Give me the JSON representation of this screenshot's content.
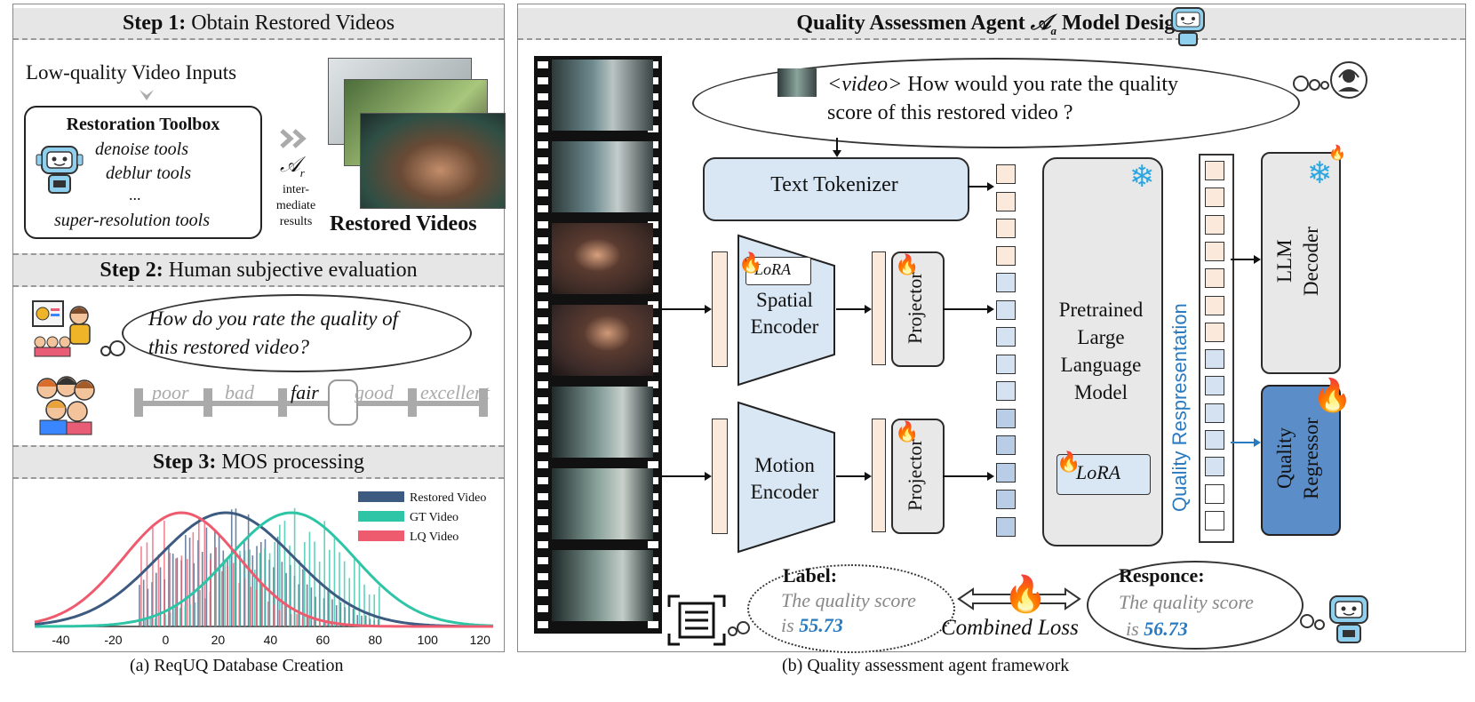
{
  "left_panel": {
    "step1": {
      "title_bold": "Step 1:",
      "title_rest": " Obtain Restored Videos",
      "input_label": "Low-quality Video Inputs",
      "toolbox_title": "Restoration Toolbox",
      "tools": [
        "denoise tools",
        "deblur tools",
        "...",
        "super-resolution tools"
      ],
      "agent_symbol": "𝒜",
      "agent_sub": "r",
      "intermediate": [
        "inter-",
        "mediate",
        "results"
      ],
      "restored_label": "Restored Videos"
    },
    "step2": {
      "title_bold": "Step 2:",
      "title_rest": " Human subjective evaluation",
      "question": [
        "How do you rate the quality of",
        "this restored video?"
      ],
      "scale": [
        "poor",
        "bad",
        "fair",
        "good",
        "excellent"
      ]
    },
    "step3": {
      "title_bold": "Step 3:",
      "title_rest": " MOS processing"
    },
    "caption": "(a) ReqUQ Database Creation"
  },
  "chart_data": {
    "type": "area",
    "legend": [
      "Restored Video",
      "GT Video",
      "LQ Video"
    ],
    "legend_position": "top-right",
    "colors": {
      "Restored Video": "#3d5a80",
      "GT Video": "#2ec4a6",
      "LQ Video": "#ef5b6e"
    },
    "x_ticks": [
      -40,
      -20,
      0,
      20,
      40,
      60,
      80,
      100,
      120
    ],
    "xlim": [
      -50,
      125
    ],
    "series": [
      {
        "name": "Restored Video",
        "mean": 23,
        "sd": 26
      },
      {
        "name": "GT Video",
        "mean": 48,
        "sd": 24
      },
      {
        "name": "LQ Video",
        "mean": 6,
        "sd": 22
      }
    ]
  },
  "right_panel": {
    "title_a": "Quality Assessmen Agent ",
    "title_sym": "𝒜",
    "title_sub": "a",
    "title_b": " Model Design",
    "prompt_video": "<video>",
    "prompt_line1": " How would you rate the quality",
    "prompt_line2": "score of this  restored video ?",
    "text_tokenizer": "Text  Tokenizer",
    "lora": "LoRA",
    "spatial_encoder": [
      "Spatial",
      "Encoder"
    ],
    "motion_encoder": [
      "Motion",
      "Encoder"
    ],
    "projector": "Projector",
    "llm": [
      "Pretrained",
      "Large",
      "Language",
      "Model"
    ],
    "quality_repr": "Quality Respresentation",
    "llm_decoder": [
      "LLM",
      "Decoder"
    ],
    "quality_regressor": [
      "Quality",
      "Regressor"
    ],
    "label_title": "Label:",
    "label_text1": "The quality score",
    "label_text2_pre": "is ",
    "label_value": "55.73",
    "combined_loss": "Combined Loss",
    "response_title": "Responce:",
    "response_text1": "The quality score",
    "response_text2_pre": "is ",
    "response_value": "56.73",
    "caption": "(b) Quality assessment agent framework"
  }
}
